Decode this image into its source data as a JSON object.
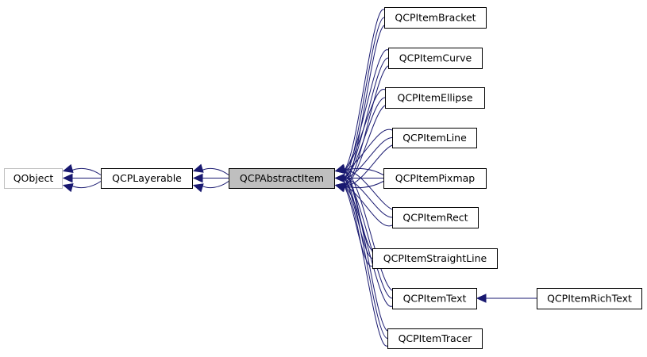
{
  "diagram": {
    "edge_color": "#191970",
    "current_fill": "#bfbfbf",
    "external_border": "#bfbfbf",
    "nodes": [
      {
        "id": "qobject",
        "label": "QObject",
        "kind": "external"
      },
      {
        "id": "qcplayerable",
        "label": "QCPLayerable",
        "kind": "normal"
      },
      {
        "id": "qcpabstractitem",
        "label": "QCPAbstractItem",
        "kind": "current"
      },
      {
        "id": "qcpitembracket",
        "label": "QCPItemBracket",
        "kind": "normal"
      },
      {
        "id": "qcpitemcurve",
        "label": "QCPItemCurve",
        "kind": "normal"
      },
      {
        "id": "qcpitemellipse",
        "label": "QCPItemEllipse",
        "kind": "normal"
      },
      {
        "id": "qcpitemline",
        "label": "QCPItemLine",
        "kind": "normal"
      },
      {
        "id": "qcpitempixmap",
        "label": "QCPItemPixmap",
        "kind": "normal"
      },
      {
        "id": "qcpitemrect",
        "label": "QCPItemRect",
        "kind": "normal"
      },
      {
        "id": "qcpitemstraightline",
        "label": "QCPItemStraightLine",
        "kind": "normal"
      },
      {
        "id": "qcpitemtext",
        "label": "QCPItemText",
        "kind": "normal"
      },
      {
        "id": "qcpitemtracer",
        "label": "QCPItemTracer",
        "kind": "normal"
      },
      {
        "id": "qcpitemrichtext",
        "label": "QCPItemRichText",
        "kind": "normal"
      }
    ],
    "edges": [
      {
        "from": "qcplayerable",
        "to": "qobject",
        "multiplicity": 3
      },
      {
        "from": "qcpabstractitem",
        "to": "qcplayerable",
        "multiplicity": 3
      },
      {
        "from": "qcpitembracket",
        "to": "qcpabstractitem",
        "multiplicity": 3
      },
      {
        "from": "qcpitemcurve",
        "to": "qcpabstractitem",
        "multiplicity": 3
      },
      {
        "from": "qcpitemellipse",
        "to": "qcpabstractitem",
        "multiplicity": 3
      },
      {
        "from": "qcpitemline",
        "to": "qcpabstractitem",
        "multiplicity": 3
      },
      {
        "from": "qcpitempixmap",
        "to": "qcpabstractitem",
        "multiplicity": 3
      },
      {
        "from": "qcpitemrect",
        "to": "qcpabstractitem",
        "multiplicity": 3
      },
      {
        "from": "qcpitemstraightline",
        "to": "qcpabstractitem",
        "multiplicity": 3
      },
      {
        "from": "qcpitemtext",
        "to": "qcpabstractitem",
        "multiplicity": 3
      },
      {
        "from": "qcpitemtracer",
        "to": "qcpabstractitem",
        "multiplicity": 3
      },
      {
        "from": "qcpitemrichtext",
        "to": "qcpitemtext",
        "multiplicity": 1
      }
    ]
  }
}
